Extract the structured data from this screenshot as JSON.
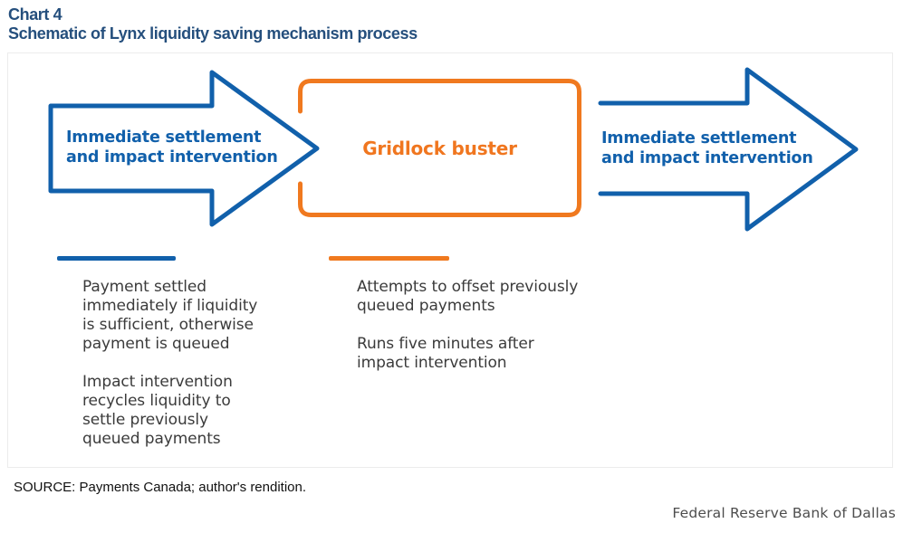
{
  "header": {
    "chart_label": "Chart 4",
    "title": "Schematic of Lynx liquidity saving mechanism process"
  },
  "diagram": {
    "left_arrow": {
      "line1": "Immediate settlement",
      "line2": "and impact intervention"
    },
    "gridlock_box": {
      "label": "Gridlock buster"
    },
    "right_arrow": {
      "line1": "Immediate settlement",
      "line2": "and impact intervention"
    },
    "left_notes": {
      "para1": [
        "Payment settled",
        "immediately if liquidity",
        "is sufficient, otherwise",
        "payment is queued"
      ],
      "para2": [
        "Impact intervention",
        "recycles liquidity to",
        "settle previously",
        "queued payments"
      ]
    },
    "middle_notes": {
      "para1": [
        "Attempts to offset previously",
        "queued payments"
      ],
      "para2": [
        "Runs five minutes after",
        "impact intervention"
      ]
    }
  },
  "footer": {
    "source": "SOURCE: Payments Canada; author's rendition.",
    "attribution": "Federal Reserve Bank of Dallas"
  },
  "colors": {
    "title_navy": "#254f7d",
    "arrow_blue": "#1160ab",
    "box_orange": "#f0791f",
    "note_text": "#3b3b3b"
  }
}
